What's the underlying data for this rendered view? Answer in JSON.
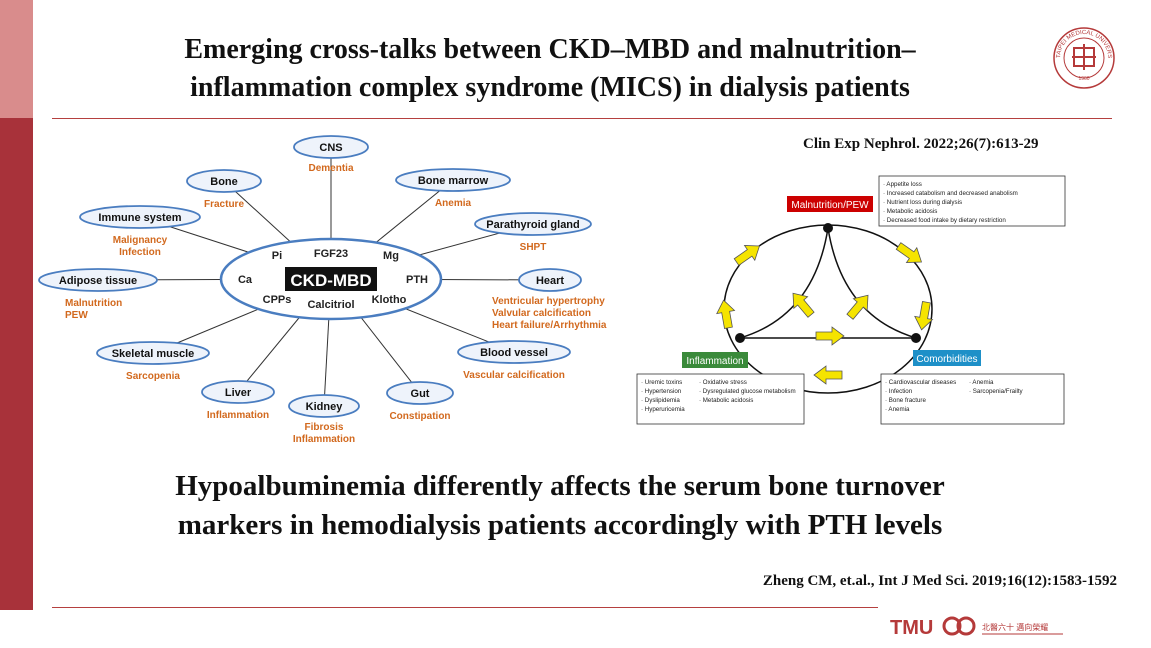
{
  "slide": {
    "title_line1": "Emerging cross-talks between CKD–MBD and malnutrition–",
    "title_line2": "inflammation complex syndrome (MICS) in dialysis patients",
    "citation_top": "Clin Exp Nephrol. 2022;26(7):613-29",
    "subtitle_line1": "Hypoalbuminemia differently affects the serum bone turnover",
    "subtitle_line2": "markers in hemodialysis patients accordingly with PTH levels",
    "citation_bottom_authors": "Zheng CM, et.al.,",
    "citation_bottom_journal": " Int J Med Sci. 2019;16(12):1583-1592",
    "seal_text": "TAIPEI MEDICAL UNIVERSITY",
    "seal_year": "1960",
    "footer_brand": "TMU",
    "footer_slogan": "北醫六十 邁向榮耀"
  },
  "colors": {
    "accent": "#a8323a",
    "accent_light": "#d98c8c",
    "orange": "#d2691e",
    "ellipse_stroke": "#4a7dc0",
    "red_label": "#cc0000",
    "green_label": "#3a8a3a",
    "blue_label": "#1e90c8",
    "arrow_yellow": "#f5e400"
  },
  "hub": {
    "center": "CKD-MBD",
    "markers": [
      "Pi",
      "FGF23",
      "Mg",
      "Ca",
      "PTH",
      "CPPs",
      "Calcitriol",
      "Klotho"
    ]
  },
  "organs": [
    {
      "name": "CNS",
      "effects": [
        "Dementia"
      ]
    },
    {
      "name": "Bone",
      "effects": [
        "Fracture"
      ]
    },
    {
      "name": "Bone marrow",
      "effects": [
        "Anemia"
      ]
    },
    {
      "name": "Immune system",
      "effects": [
        "Malignancy",
        "Infection"
      ]
    },
    {
      "name": "Parathyroid gland",
      "effects": [
        "SHPT"
      ]
    },
    {
      "name": "Adipose tissue",
      "effects": [
        "Malnutrition",
        "PEW"
      ]
    },
    {
      "name": "Heart",
      "effects": [
        "Ventricular hypertrophy",
        "Valvular calcification",
        "Heart failure/Arrhythmia"
      ]
    },
    {
      "name": "Skeletal muscle",
      "effects": [
        "Sarcopenia"
      ]
    },
    {
      "name": "Blood vessel",
      "effects": [
        "Vascular calcification"
      ]
    },
    {
      "name": "Liver",
      "effects": [
        "Inflammation"
      ]
    },
    {
      "name": "Kidney",
      "effects": [
        "Fibrosis",
        "Inflammation"
      ]
    },
    {
      "name": "Gut",
      "effects": [
        "Constipation"
      ]
    }
  ],
  "mics": {
    "malnutrition_label": "Malnutrition/PEW",
    "inflammation_label": "Inflammation",
    "comorbidities_label": "Comorbidities",
    "malnutrition_items": [
      "Appetite loss",
      "Increased catabolism and decreased anabolism",
      "Nutrient loss during dialysis",
      "Metabolic acidosis",
      "Decreased food intake by dietary restriction"
    ],
    "inflammation_items_col1": [
      "Uremic toxins",
      "Hypertension",
      "Dyslipidemia",
      "Hyperuricemia"
    ],
    "inflammation_items_col2": [
      "Oxidative stress",
      "Dysregulated glucose metabolism",
      "Metabolic acidosis"
    ],
    "comorbidities_items_col1": [
      "Cardiovascular diseases",
      "Infection",
      "Bone fracture",
      "Anemia"
    ],
    "comorbidities_items_col2": [
      "Anemia",
      "Sarcopenia/Frailty"
    ]
  }
}
